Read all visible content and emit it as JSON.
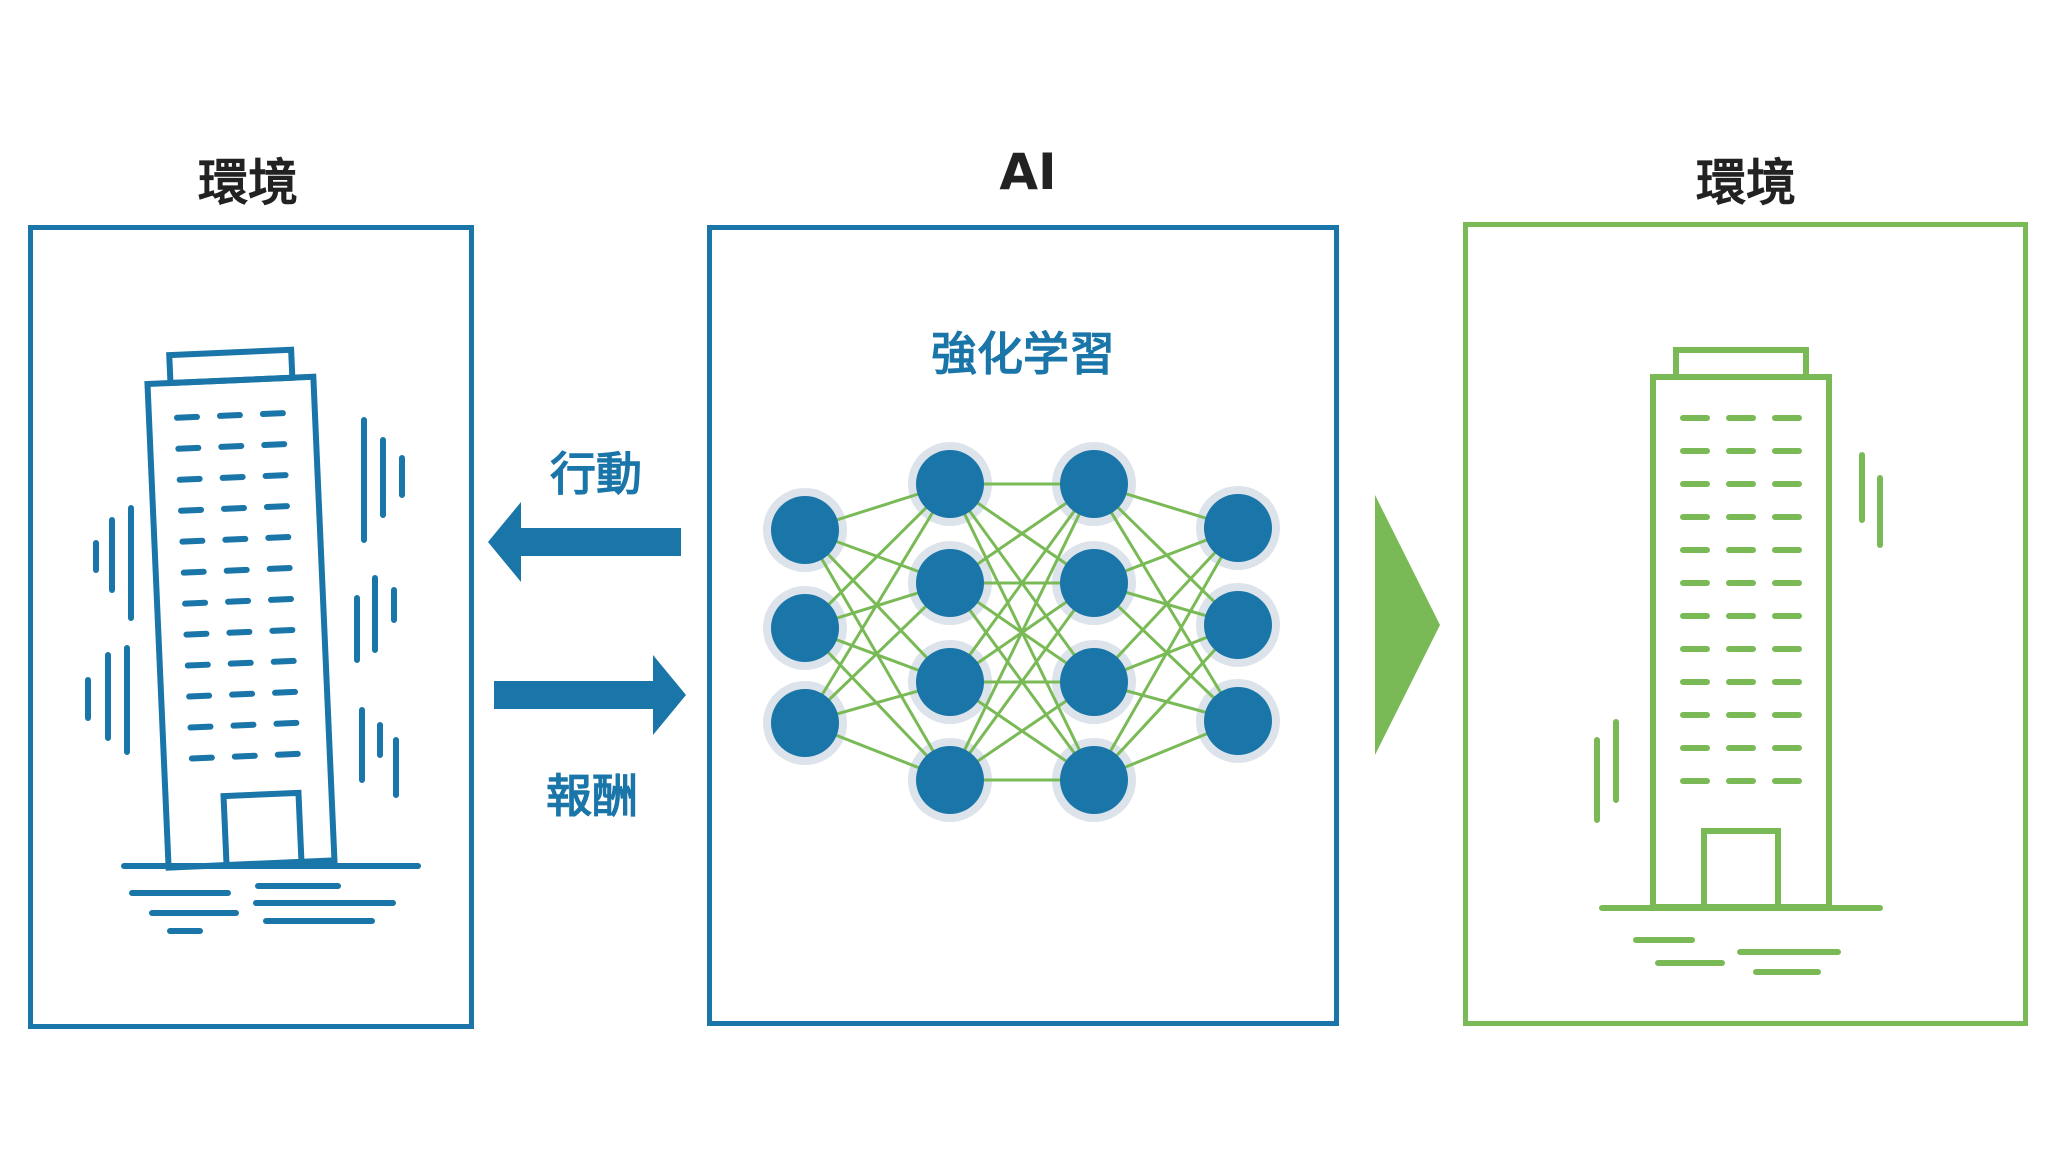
{
  "colors": {
    "blue": "#1a75a8",
    "green": "#7aba56",
    "title": "#222222",
    "node_halo": "#dde3ea"
  },
  "left_panel": {
    "title": "環境",
    "icon": "building-shaking-icon"
  },
  "center_panel": {
    "title": "AI",
    "subtitle": "強化学習",
    "icon": "neural-network-icon"
  },
  "right_panel": {
    "title": "環境",
    "icon": "building-stable-icon"
  },
  "arrows": {
    "action_label": "行動",
    "reward_label": "報酬"
  },
  "network": {
    "layers": [
      3,
      4,
      4,
      3
    ]
  }
}
